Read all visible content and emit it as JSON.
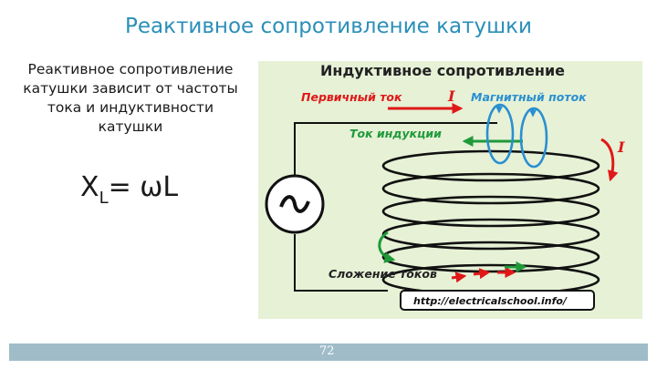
{
  "slide": {
    "title": "Реактивное сопротивление катушки",
    "body_text": "Реактивное сопротивление катушки зависит от частоты тока и индуктивности катушки",
    "formula": {
      "main": "X",
      "subscript": "L",
      "rest": "= ωL"
    },
    "page_number": "72"
  },
  "figure": {
    "title": "Индуктивное сопротивление",
    "primary_current": "Первичный ток",
    "current_symbol": "I",
    "magnetic_flux": "Магнитный поток",
    "induced_current": "Ток индукции",
    "current_symbol_right": "I",
    "current_sum": "Сложение токов",
    "url": "http://electricalschool.info/",
    "source_icon": "ac-source-icon",
    "colors": {
      "background": "#e6f1d6",
      "red": "#e01818",
      "green": "#1f9a3a",
      "blue": "#2a8fd0",
      "coil": "#111111"
    }
  }
}
